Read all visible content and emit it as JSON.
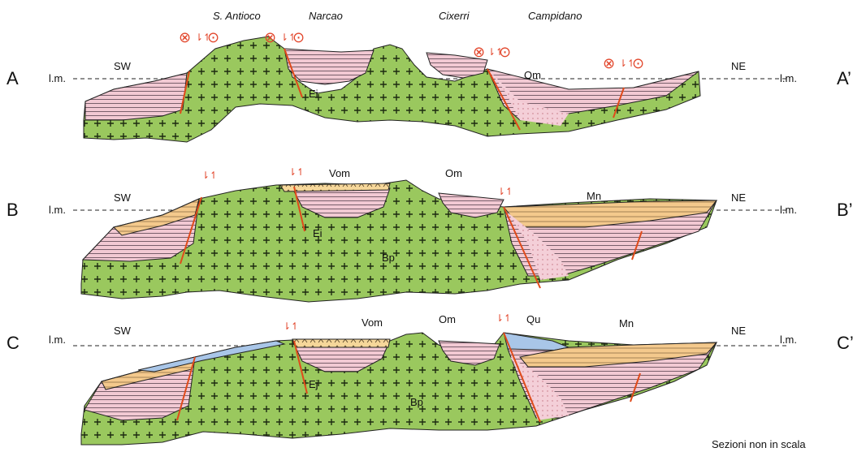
{
  "title": "",
  "footer_note": "Sezioni non in scala",
  "sea_level_label": "l.m.",
  "colors": {
    "basement": "#9ac85e",
    "eocene_pink": "#f2c9d3",
    "miocene_orange": "#f4c98c",
    "quaternary_blue": "#a9c6e8",
    "fault": "#e04a1a",
    "symbol": "#e2452a"
  },
  "sections": [
    {
      "id": "A",
      "start_label": "A",
      "end_label": "A’",
      "left_dir": "SW",
      "right_dir": "NE",
      "place_names": [
        "S. Antioco",
        "Narcao",
        "Cixerri",
        "Campidano"
      ],
      "unit_labels": [
        "Ei",
        "Om"
      ]
    },
    {
      "id": "B",
      "start_label": "B",
      "end_label": "B’",
      "left_dir": "SW",
      "right_dir": "NE",
      "unit_labels": [
        "Vom",
        "Om",
        "Mn",
        "Ei",
        "Bp"
      ]
    },
    {
      "id": "C",
      "start_label": "C",
      "end_label": "C’",
      "left_dir": "SW",
      "right_dir": "NE",
      "unit_labels": [
        "Vom",
        "Om",
        "Qu",
        "Mn",
        "Ej",
        "Bp"
      ]
    }
  ],
  "fault_symbols": {
    "cross": "⊗",
    "dot": "⊙",
    "slip": "⇂↿"
  }
}
